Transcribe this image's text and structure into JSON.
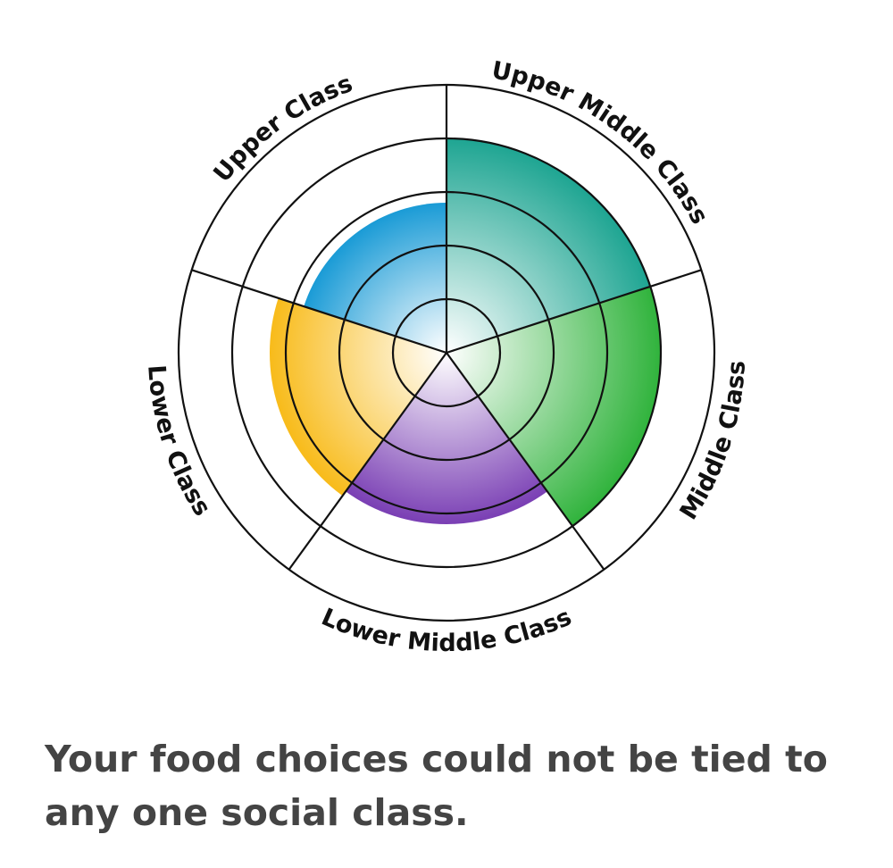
{
  "chart_data": {
    "type": "radial",
    "scale_max": 5,
    "rings": 5,
    "categories": [
      "Upper Middle Class",
      "Middle Class",
      "Lower Middle Class",
      "Lower Class",
      "Upper Class"
    ],
    "values": [
      4,
      4,
      3.2,
      3.3,
      2.8
    ],
    "colors": [
      "#1ea592",
      "#30b33c",
      "#7a3fb4",
      "#f8bb1a",
      "#1a9bd6"
    ]
  },
  "caption": {
    "line1": "Your food choices could not be tied to",
    "line2": "any one social class."
  }
}
